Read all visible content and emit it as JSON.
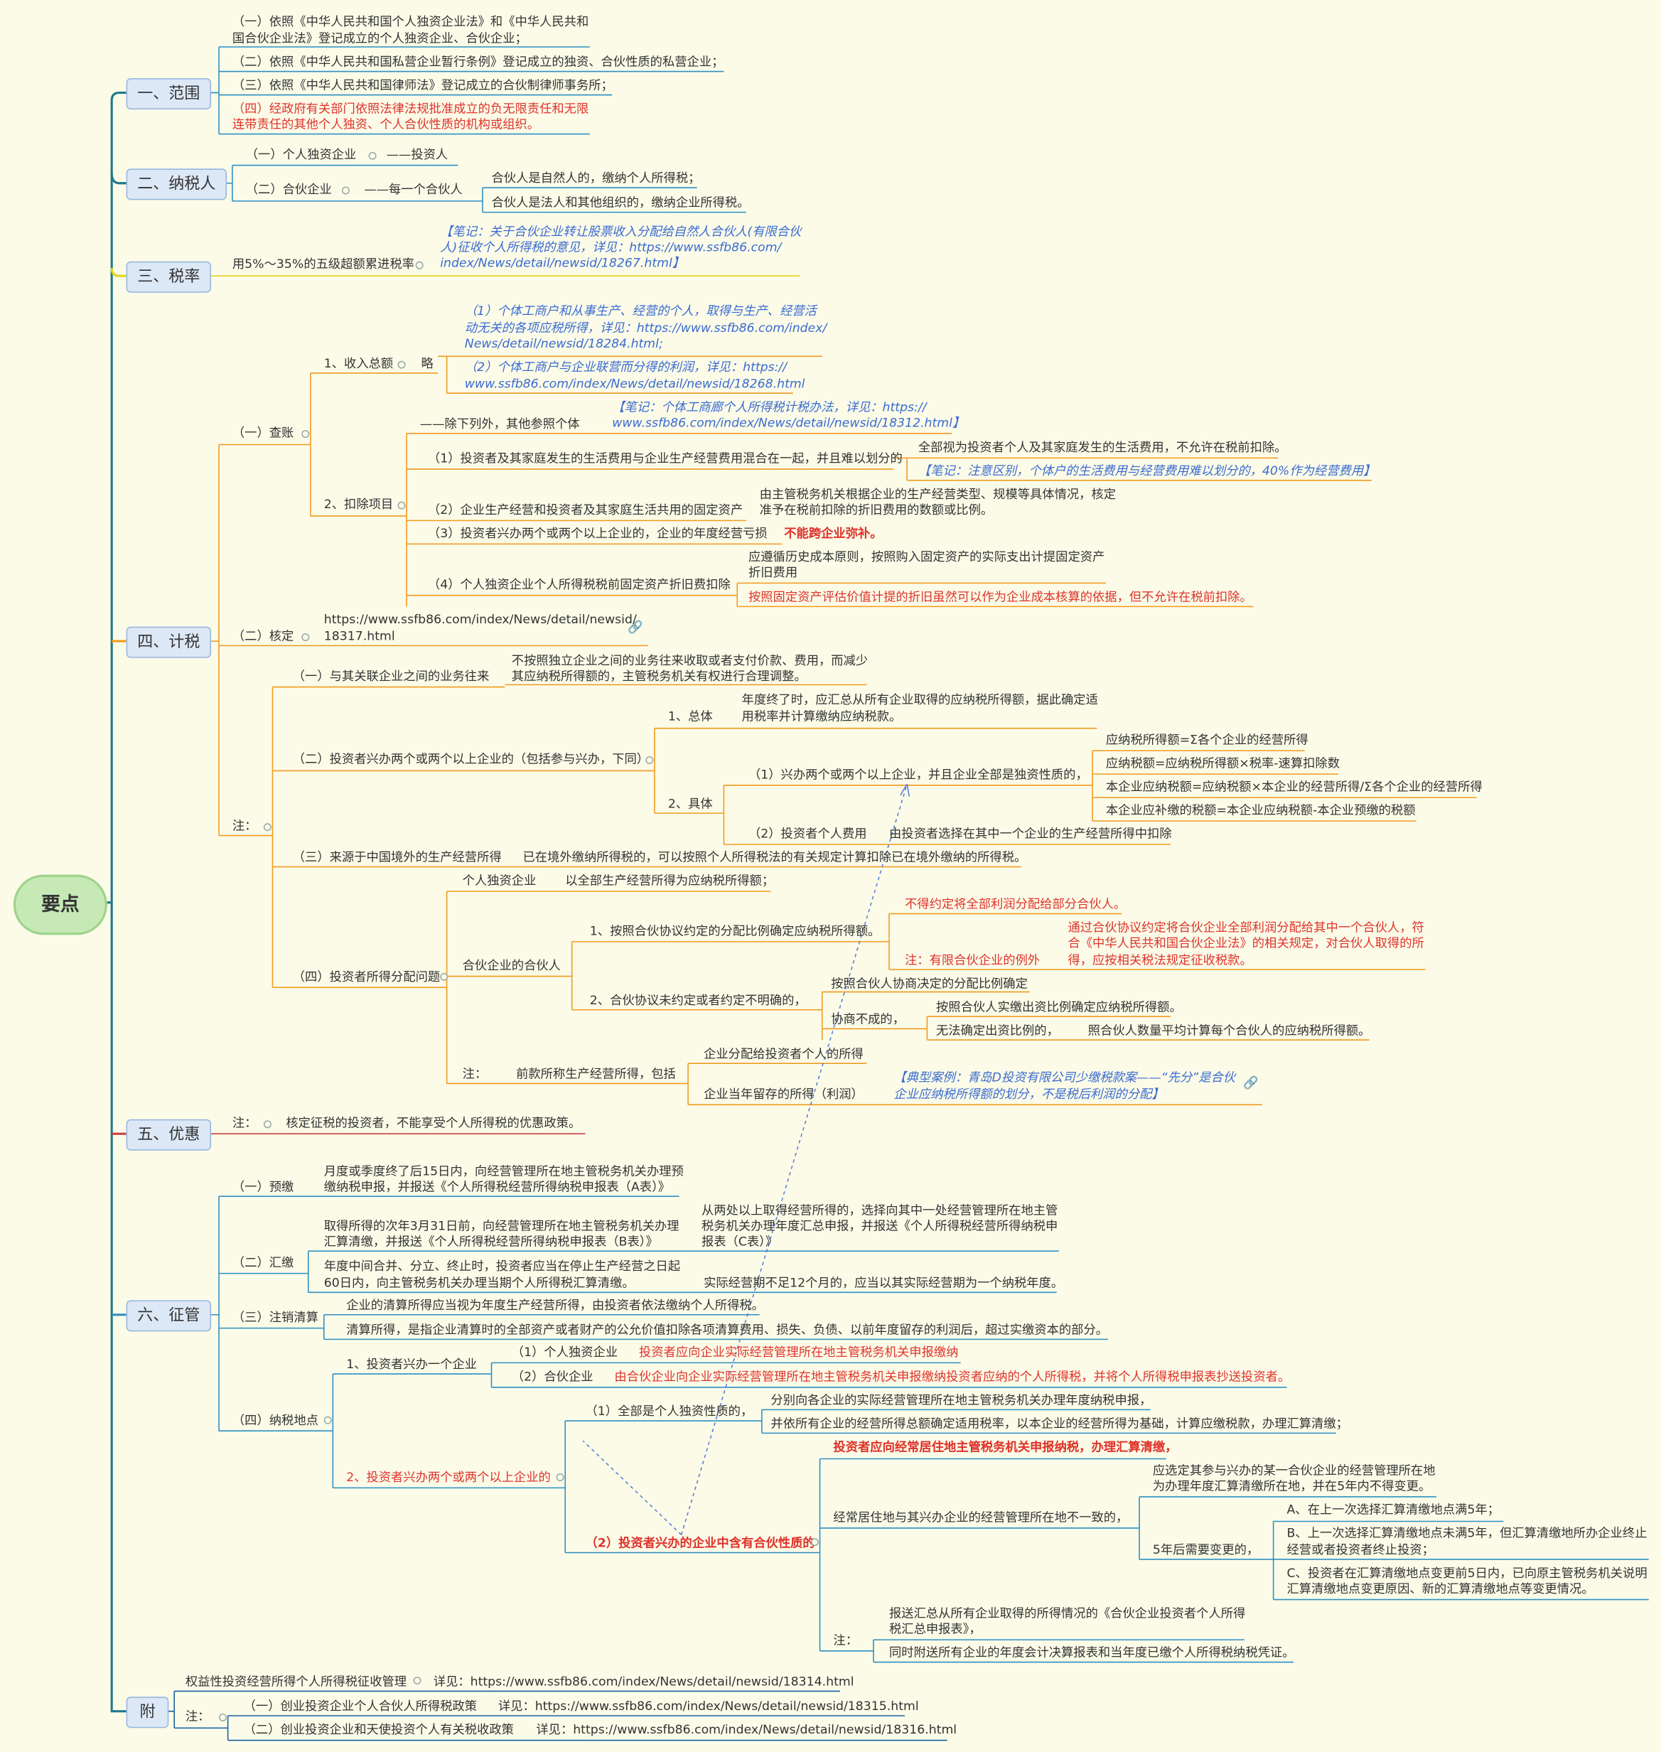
{
  "root": "要点",
  "l1": [
    "一、范围",
    "二、纳税人",
    "三、税率",
    "四、计税",
    "五、优惠",
    "六、征管",
    "附"
  ],
  "scope": [
    "（一）依照《中华人民共和国个人独资企业法》和《中华人民共和",
    "国合伙企业法》登记成立的个人独资企业、合伙企业；",
    "（二）依照《中华人民共和国私营企业暂行条例》登记成立的独资、合伙性质的私营企业；",
    "（三）依照《中华人民共和国律师法》登记成立的合伙制律师事务所；",
    "（四）经政府有关部门依照法律法规批准成立的负无限责任和无限",
    "连带责任的其他个人独资、个人合伙性质的机构或组织。"
  ],
  "taxpayer": {
    "a": "（一）个人独资企业",
    "a_r": "——投资人",
    "b": "（二）合伙企业",
    "b_r": "——每一个合伙人",
    "b1": "合伙人是自然人的，缴纳个人所得税；",
    "b2": "合伙人是法人和其他组织的，缴纳企业所得税。"
  },
  "rate": {
    "main": "用5%～35%的五级超额累进税率",
    "note": [
      "【笔记：关于合伙企业转让股票收入分配给自然人合伙人(有限合伙",
      "人)征收个人所得税的意见，详见：https://www.ssfb86.com/",
      "index/News/detail/newsid/18267.html】"
    ]
  },
  "calc": {
    "a": "（一）查账",
    "a1": "1、收入总额",
    "a1_r": "略",
    "a1n1": [
      "（1）个体工商户和从事生产、经营的个人，取得与生产、经营活",
      "动无关的各项应税所得，详见：https://www.ssfb86.com/index/",
      "News/detail/newsid/18284.html;"
    ],
    "a1n2": [
      "（2）个体工商户与企业联营而分得的利润，详见：https://",
      "www.ssfb86.com/index/News/detail/newsid/18268.html"
    ],
    "a2": "2、扣除项目",
    "a2_0": "——除下列外，其他参照个体",
    "a2_0n": [
      "【笔记：个体工商廊个人所得税计税办法，详见：https://",
      "www.ssfb86.com/index/News/detail/newsid/18312.html】"
    ],
    "a2_1": "（1）投资者及其家庭发生的生活费用与企业生产经营费用混合在一起，并且难以划分的",
    "a2_1r": "全部视为投资者个人及其家庭发生的生活费用，不允许在税前扣除。",
    "a2_1n": "【笔记：注意区别，个体户的生活费用与经营费用难以划分的，40%作为经营费用】",
    "a2_2": "（2）企业生产经营和投资者及其家庭生活共用的固定资产",
    "a2_2r": [
      "由主管税务机关根据企业的生产经营类型、规模等具体情况，核定",
      "准予在税前扣除的折旧费用的数额或比例。"
    ],
    "a2_3": "（3）投资者兴办两个或两个以上企业的，企业的年度经营亏损",
    "a2_3r": "不能跨企业弥补。",
    "a2_4": "（4）个人独资企业个人所得税税前固定资产折旧费扣除",
    "a2_4r1": [
      "应遵循历史成本原则，按照购入固定资产的实际支出计提固定资产",
      "折旧费用"
    ],
    "a2_4r2": "按照固定资产评估价值计提的折旧虽然可以作为企业成本核算的依据，但不允许在税前扣除。",
    "b": "（二）核定",
    "b_url": [
      "https://www.ssfb86.com/index/News/detail/newsid/",
      "18317.html"
    ],
    "n": "注：",
    "n1": "（一）与其关联企业之间的业务往来",
    "n1r": [
      "不按照独立企业之间的业务往来收取或者支付价款、费用，而减少",
      "其应纳税所得额的，主管税务机关有权进行合理调整。"
    ],
    "n2": "（二）投资者兴办两个或两个以上企业的（包括参与兴办，下同）",
    "n2a": "1、总体",
    "n2ar": [
      "年度终了时，应汇总从所有企业取得的应纳税所得额，据此确定适",
      "用税率并计算缴纳应纳税款。"
    ],
    "n2b": "2、具体",
    "n2b1": "（1）兴办两个或两个以上企业，并且企业全部是独资性质的，",
    "n2b1f": [
      "应纳税所得额=Σ各个企业的经营所得",
      "应纳税额=应纳税所得额×税率-速算扣除数",
      "本企业应纳税额=应纳税额×本企业的经营所得/Σ各个企业的经营所得",
      "本企业应补缴的税额=本企业应纳税额-本企业预缴的税额"
    ],
    "n2b2": "（2）投资者个人费用",
    "n2b2r": "由投资者选择在其中一个企业的生产经营所得中扣除",
    "n3": "（三）来源于中国境外的生产经营所得",
    "n3r": "已在境外缴纳所得税的，可以按照个人所得税法的有关规定计算扣除已在境外缴纳的所得税。",
    "n4": "（四）投资者所得分配问题",
    "n4a": "个人独资企业",
    "n4ar": "以全部生产经营所得为应纳税所得额；",
    "n4b": "合伙企业的合伙人",
    "n4b1": "1、按照合伙协议约定的分配比例确定应纳税所得额。",
    "n4b1r": "不得约定将全部利润分配给部分合伙人。",
    "n4b1n": "注：有限合伙企业的例外",
    "n4b1nr": [
      "通过合伙协议约定将合伙企业全部利润分配给其中一个合伙人，符",
      "合《中华人民共和国合伙企业法》的相关规定，对合伙人取得的所",
      "得，应按相关税法规定征收税款。"
    ],
    "n4b2": "2、合伙协议未约定或者约定不明确的，",
    "n4b2a": "按照合伙人协商决定的分配比例确定",
    "n4b2b": "协商不成的，",
    "n4b2b1": "按照合伙人实缴出资比例确定应纳税所得额。",
    "n4b2b2": "无法确定出资比例的，",
    "n4b2b2r": "照合伙人数量平均计算每个合伙人的应纳税所得额。",
    "n4c": "注：",
    "n4cr": "前款所称生产经营所得，包括",
    "n4c1": "企业分配给投资者个人的所得",
    "n4c2": "企业当年留存的所得（利润）",
    "n4c2n": [
      "【典型案例：青岛D投资有限公司少缴税款案——“先分”是合伙",
      "企业应纳税所得额的划分，不是税后利润的分配】"
    ]
  },
  "pref": {
    "n": "注：",
    "t": "核定征税的投资者，不能享受个人所得税的优惠政策。"
  },
  "admin": {
    "a": "（一）预缴",
    "ar": [
      "月度或季度终了后15日内，向经营管理所在地主管税务机关办理预",
      "缴纳税申报，并报送《个人所得税经营所得纳税申报表（A表）》"
    ],
    "b": "（二）汇缴",
    "b1": [
      "取得所得的次年3月31日前，向经营管理所在地主管税务机关办理",
      "汇算清缴，并报送《个人所得税经营所得纳税申报表（B表）》"
    ],
    "b1r": [
      "从两处以上取得经营所得的，选择向其中一处经营管理所在地主管",
      "税务机关办理年度汇总申报，并报送《个人所得税经营所得纳税申",
      "报表（C表）》"
    ],
    "b2": [
      "年度中间合并、分立、终止时，投资者应当在停止生产经营之日起",
      "60日内，向主管税务机关办理当期个人所得税汇算清缴。"
    ],
    "b2r": "实际经营期不足12个月的，应当以其实际经营期为一个纳税年度。",
    "c": "（三）注销清算",
    "c1": "企业的清算所得应当视为年度生产经营所得，由投资者依法缴纳个人所得税。",
    "c2": "清算所得，是指企业清算时的全部资产或者财产的公允价值扣除各项清算费用、损失、负债、以前年度留存的利润后，超过实缴资本的部分。",
    "d": "（四）纳税地点",
    "d1": "1、投资者兴办一个企业",
    "d1a": "（1）个人独资企业",
    "d1ar": "投资者应向企业实际经营管理所在地主管税务机关申报缴纳",
    "d1b": "（2）合伙企业",
    "d1br": "由合伙企业向企业实际经营管理所在地主管税务机关申报缴纳投资者应纳的个人所得税，并将个人所得税申报表抄送投资者。",
    "d2": "2、投资者兴办两个或两个以上企业的",
    "d2a": "（1）全部是个人独资性质的，",
    "d2a1": "分别向各企业的实际经营管理所在地主管税务机关办理年度纳税申报，",
    "d2a2": "并依所有企业的经营所得总额确定适用税率，以本企业的经营所得为基础，计算应缴税款，办理汇算清缴；",
    "d2b": "（2）投资者兴办的企业中含有合伙性质的",
    "d2b0": "投资者应向经常居住地主管税务机关申报纳税，办理汇算清缴，",
    "d2b1": "经常居住地与其兴办企业的经营管理所在地不一致的，",
    "d2b1a": [
      "应选定其参与兴办的某一合伙企业的经营管理所在地",
      "为办理年度汇算清缴所在地，并在5年内不得变更。"
    ],
    "d2b1b": "5年后需要变更的，",
    "d2b1b1": "A、在上一次选择汇算清缴地点满5年；",
    "d2b1b2": [
      "B、上一次选择汇算清缴地点未满5年，但汇算清缴地所办企业终止",
      "经营或者投资者终止投资；"
    ],
    "d2b1b3": [
      "C、投资者在汇算清缴地点变更前5日内，已向原主管税务机关说明",
      "汇算清缴地点变更原因、新的汇算清缴地点等变更情况。"
    ],
    "d2bn": "注：",
    "d2bn1": [
      "报送汇总从所有企业取得的所得情况的《合伙企业投资者个人所得",
      "税汇总申报表》，"
    ],
    "d2bn2": "同时附送所有企业的年度会计决算报表和当年度已缴个人所得税纳税凭证。"
  },
  "appendix": {
    "a": "权益性投资经营所得个人所得税征收管理",
    "ar": "详见：https://www.ssfb86.com/index/News/detail/newsid/18314.html",
    "n": "注：",
    "n1": "（一）创业投资企业个人合伙人所得税政策",
    "n1r": "详见：https://www.ssfb86.com/index/News/detail/newsid/18315.html",
    "n2": "（二）创业投资企业和天使投资个人有关税收政策",
    "n2r": "详见：https://www.ssfb86.com/index/News/detail/newsid/18316.html"
  },
  "colors": {
    "teal": "#1f7a8c",
    "yellow": "#e6d41c",
    "orange": "#f39a1e",
    "red": "#c74040",
    "blue": "#2c8fc4",
    "darkblue": "#1a5fa3"
  }
}
